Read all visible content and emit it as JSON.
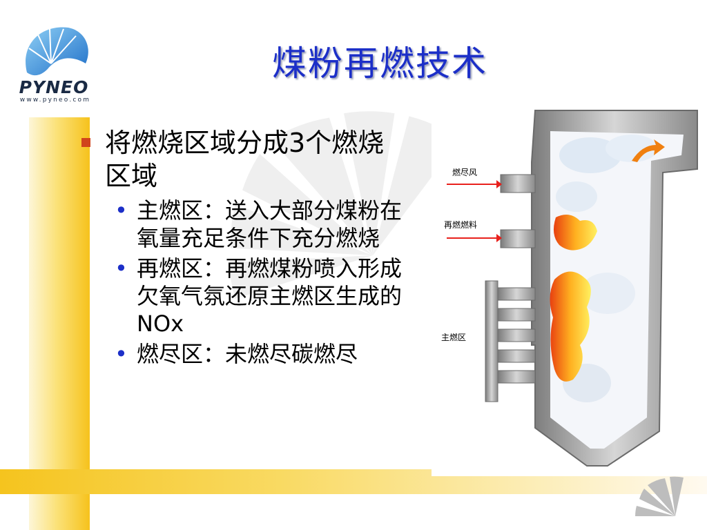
{
  "logo": {
    "wordmark": "PYNEO",
    "url": "www.pyneo.com",
    "icon": "pyneo-globe-logo"
  },
  "title": "煤粉再燃技术",
  "bullet": "将燃烧区域分成3个燃烧区域",
  "sub_bullets": [
    "主燃区：送入大部分煤粉在氧量充足条件下充分燃烧",
    "再燃区：再燃煤粉喷入形成欠氧气氛还原主燃区生成的NOx",
    "燃尽区：未燃尽碳燃尽"
  ],
  "diagram": {
    "labels": {
      "burnout_air": "燃尽风",
      "reburn_fuel": "再燃燃料",
      "main_zone": "主燃区"
    },
    "colors": {
      "arrow": "#e8201c",
      "flame": "#f08c10",
      "wall": "#9a9a9a"
    }
  },
  "colors": {
    "title": "#1c2fc8",
    "bullet_square": "#d0441c",
    "bullet_dot": "#1c2fc8",
    "bar": "#f6c21c"
  }
}
